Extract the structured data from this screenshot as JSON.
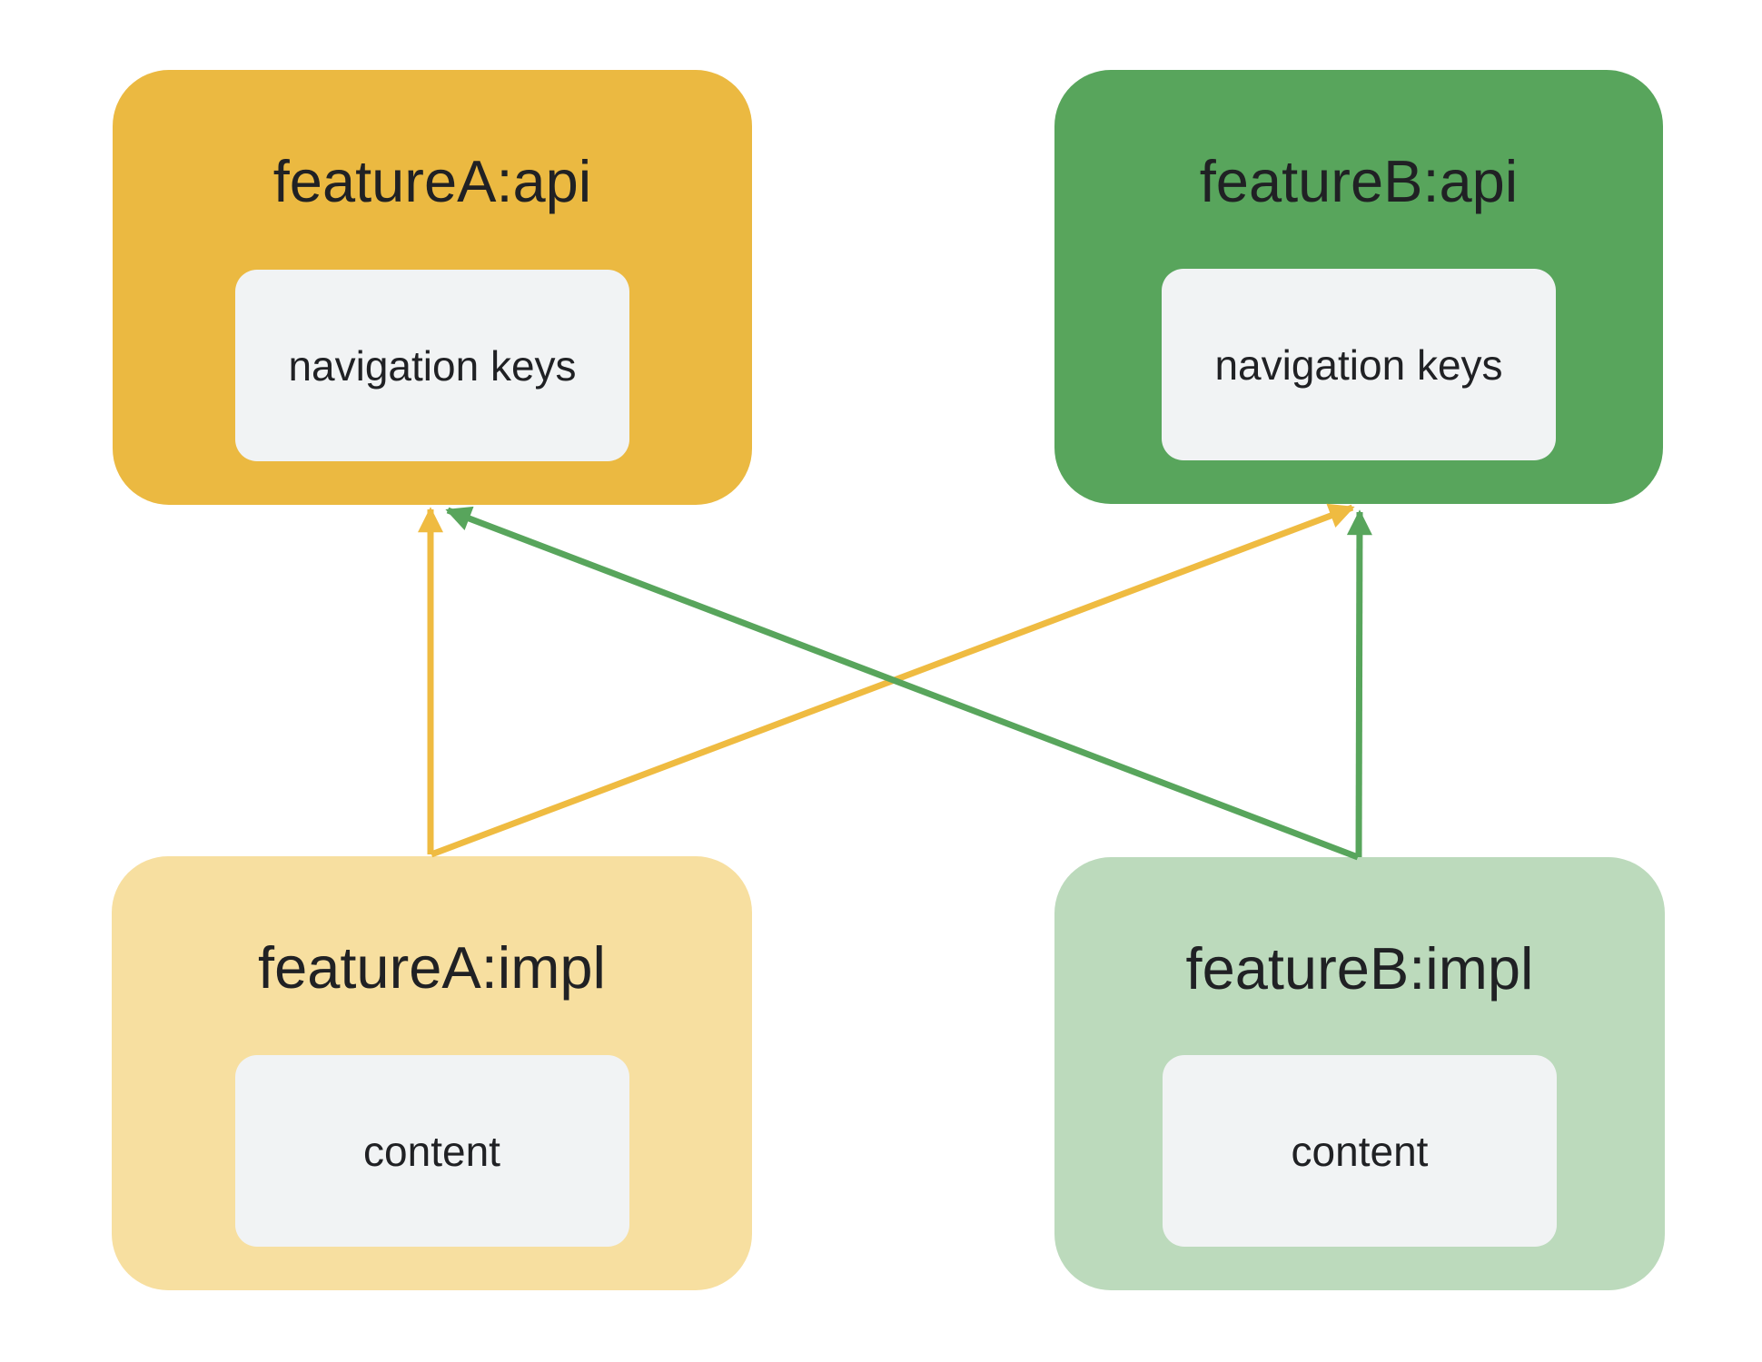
{
  "diagram": {
    "text_color": "#202124",
    "inner_box_fill": "#F1F3F4",
    "arrow_colors": {
      "yellow": "#EFBB41",
      "green": "#58A55C"
    },
    "nodes": [
      {
        "id": "featureA-api",
        "title": "featureA:api",
        "inner_label": "navigation keys",
        "fill": "#EBB941"
      },
      {
        "id": "featureB-api",
        "title": "featureB:api",
        "inner_label": "navigation keys",
        "fill": "#58A55C"
      },
      {
        "id": "featureA-impl",
        "title": "featureA:impl",
        "inner_label": "content",
        "fill": "#F7DFA0"
      },
      {
        "id": "featureB-impl",
        "title": "featureB:impl",
        "inner_label": "content",
        "fill": "#BCDABC"
      }
    ],
    "edges": [
      {
        "from": "featureA-impl",
        "to": "featureA-api",
        "color_key": "yellow"
      },
      {
        "from": "featureA-impl",
        "to": "featureB-api",
        "color_key": "yellow"
      },
      {
        "from": "featureB-impl",
        "to": "featureB-api",
        "color_key": "green"
      },
      {
        "from": "featureB-impl",
        "to": "featureA-api",
        "color_key": "green"
      }
    ]
  }
}
